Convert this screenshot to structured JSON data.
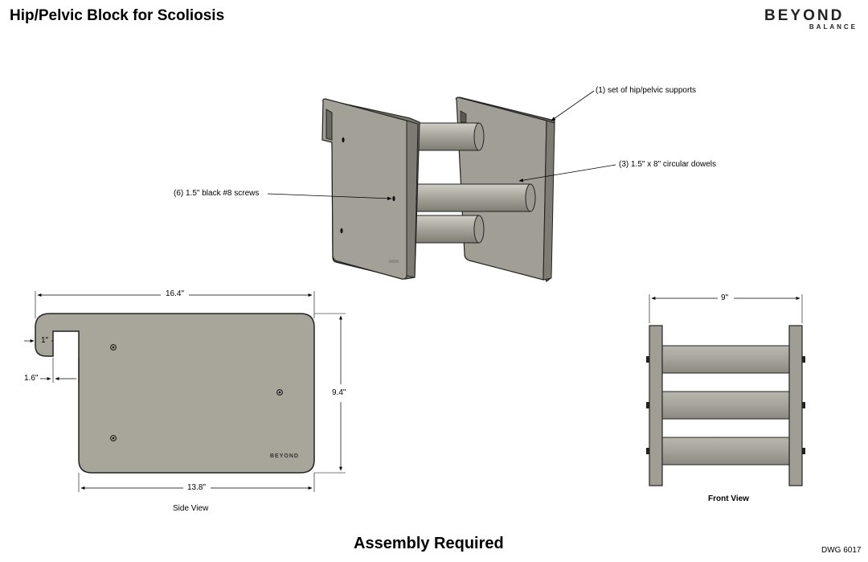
{
  "title": "Hip/Pelvic Block for Scoliosis",
  "logo": {
    "line1": "BEYOND",
    "line2": "BALANCE"
  },
  "callouts": {
    "supports": "(1) set of hip/pelvic supports",
    "dowels": "(3) 1.5\" x 8\" circular dowels",
    "screws": "(6) 1.5\" black #8 screws"
  },
  "side_view": {
    "caption": "Side View",
    "dims": {
      "overall_length": "16.4\"",
      "base_length": "13.8\"",
      "height": "9.4\"",
      "hook_width": "1\"",
      "hook_depth": "1.6\""
    },
    "board_logo": "BEYOND"
  },
  "front_view": {
    "caption": "Front View",
    "dims": {
      "width": "9\""
    }
  },
  "footer": "Assembly Required",
  "drawing_number": "DWG 6017",
  "colors": {
    "board_face": "#a3a197",
    "board_edge": "#7d7b72",
    "dowel": "#a9a79d",
    "outline": "#222222",
    "logo_accent": "#1aa3d9"
  }
}
